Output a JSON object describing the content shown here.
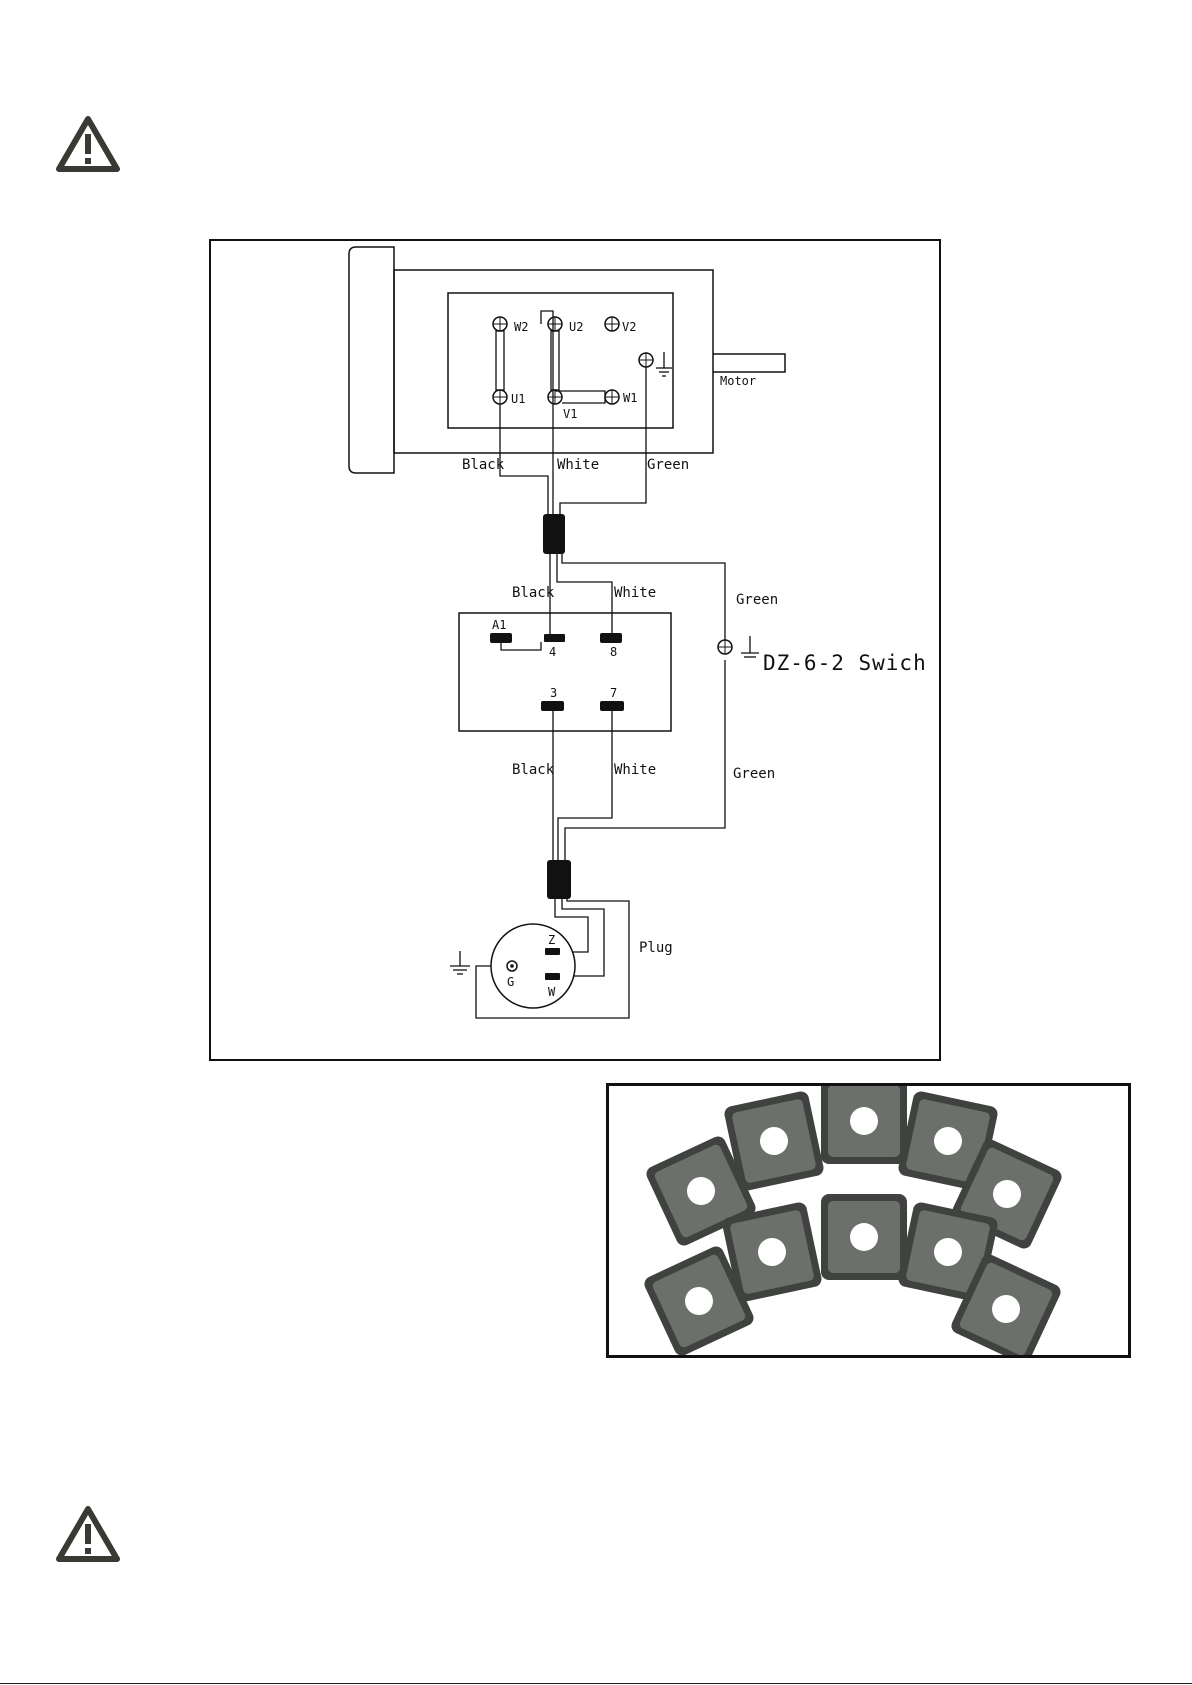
{
  "icons": {
    "warning_top": "warning-triangle-icon",
    "warning_bottom": "warning-triangle-icon",
    "ground": "ground-symbol-icon"
  },
  "diagram": {
    "motor": {
      "label": "Motor",
      "terminals": {
        "w2": "W2",
        "u2": "U2",
        "v2": "V2",
        "u1": "U1",
        "v1": "V1",
        "w1": "W1"
      },
      "wires": {
        "black": "Black",
        "white": "White",
        "green": "Green"
      }
    },
    "switch": {
      "name": "DZ-6-2 Swich",
      "terminals": {
        "a1": "A1",
        "t4": "4",
        "t8": "8",
        "t3": "3",
        "t7": "7"
      },
      "wires_in": {
        "black": "Black",
        "white": "White",
        "green": "Green"
      },
      "wires_out": {
        "black": "Black",
        "white": "White",
        "green": "Green"
      }
    },
    "plug": {
      "label": "Plug",
      "pins": {
        "z": "Z",
        "g": "G",
        "w": "W"
      }
    }
  },
  "photo": {
    "subject": "carbide-insert-cutters",
    "count": 10
  },
  "colors": {
    "ink": "#111111",
    "insert_dark": "#3f423f",
    "insert_face": "#6b706b",
    "hole": "#ffffff"
  }
}
